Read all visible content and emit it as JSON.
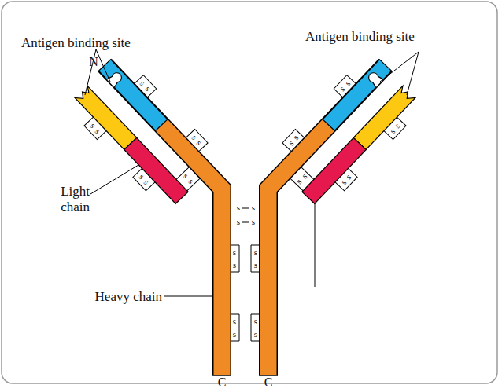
{
  "diagram": {
    "labels": [
      "Antigen binding site",
      "Antigen binding site",
      "N",
      "Light chain",
      "Heavy chain",
      "C",
      "C",
      "s",
      "s",
      "s",
      "s",
      "s",
      "s",
      "s",
      "s",
      "s",
      "s",
      "s",
      "s",
      "s",
      "s",
      "s",
      "s",
      "s",
      "s",
      "s",
      "s",
      "s",
      "s",
      "s",
      "s",
      "s",
      "s",
      "s",
      "s",
      "s",
      "s",
      "s",
      "s"
    ]
  }
}
